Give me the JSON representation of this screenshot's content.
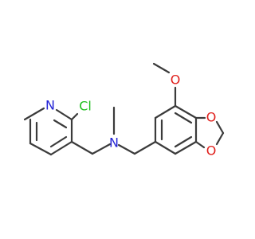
{
  "molecule": {
    "atoms": [
      {
        "id": "n_pyr",
        "text": "N",
        "color": "#2323d6"
      },
      {
        "id": "cl",
        "text": "Cl",
        "color": "#1fbf1f"
      },
      {
        "id": "n_amine",
        "text": "N",
        "color": "#2323d6"
      },
      {
        "id": "o_methoxy",
        "text": "O",
        "color": "#e0201c"
      },
      {
        "id": "o_ring_top",
        "text": "O",
        "color": "#e0201c"
      },
      {
        "id": "o_ring_bottom",
        "text": "O",
        "color": "#e0201c"
      }
    ],
    "bond_color": "#3b3b3b"
  }
}
